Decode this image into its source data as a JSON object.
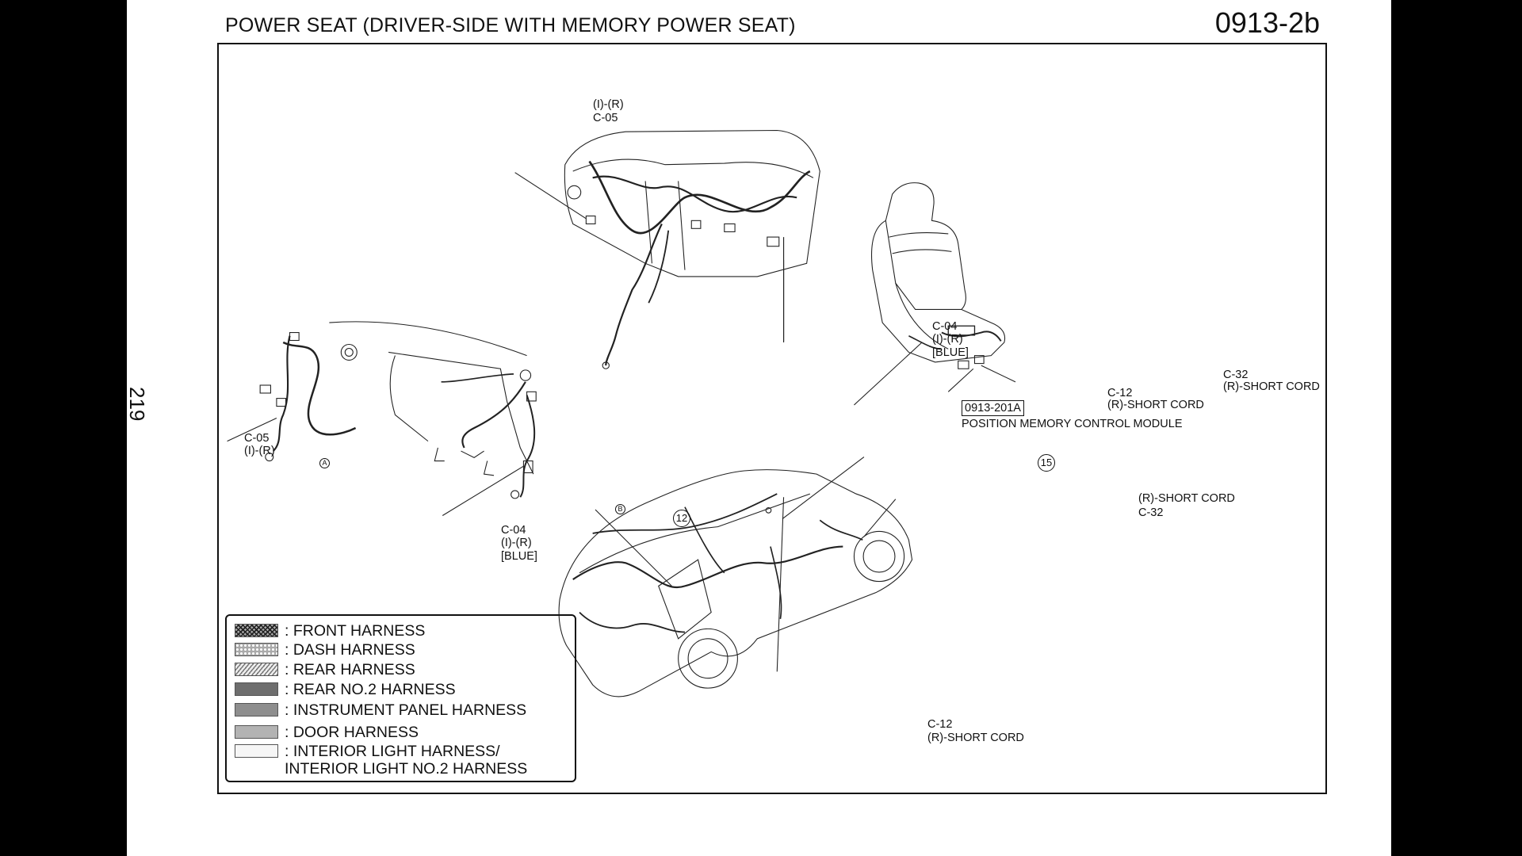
{
  "header": {
    "title": "POWER SEAT (DRIVER-SIDE WITH MEMORY POWER SEAT)",
    "code": "0913-2b",
    "page_number": "219"
  },
  "callouts": {
    "dash_c05_top": "(I)-(R)",
    "dash_c05_bot": "C-05",
    "dash_c04_a": "C-04",
    "dash_c04_b": "(I)-(R)",
    "dash_c04_c": "[BLUE]",
    "left_c05_a": "C-05",
    "left_c05_b": "(I)-(R)",
    "left_c04_a": "C-04",
    "left_c04_b": "(I)-(R)",
    "left_c04_c": "[BLUE]",
    "seat_module_code": "0913-201A",
    "seat_module_name": "POSITION MEMORY CONTROL MODULE",
    "seat_c12_a": "C-12",
    "seat_c12_b": "(R)-SHORT CORD",
    "seat_c32_a": "C-32",
    "seat_c32_b": "(R)-SHORT CORD",
    "car_short_a": "(R)-SHORT CORD",
    "car_short_b": "C-32",
    "car_c12_a": "C-12",
    "car_c12_b": "(R)-SHORT CORD",
    "num_12": "12",
    "num_15": "15",
    "mark_a": "A",
    "mark_b": "B"
  },
  "legend": {
    "items": [
      {
        "label": ": FRONT HARNESS"
      },
      {
        "label": ": DASH HARNESS"
      },
      {
        "label": ": REAR HARNESS"
      },
      {
        "label": ": REAR NO.2 HARNESS"
      },
      {
        "label": ": INSTRUMENT PANEL HARNESS"
      },
      {
        "label": ": DOOR HARNESS"
      },
      {
        "label": ": INTERIOR LIGHT HARNESS/\nINTERIOR LIGHT NO.2 HARNESS"
      }
    ]
  },
  "colors": {
    "background": "#000000",
    "page": "#ffffff",
    "ink": "#111111"
  }
}
